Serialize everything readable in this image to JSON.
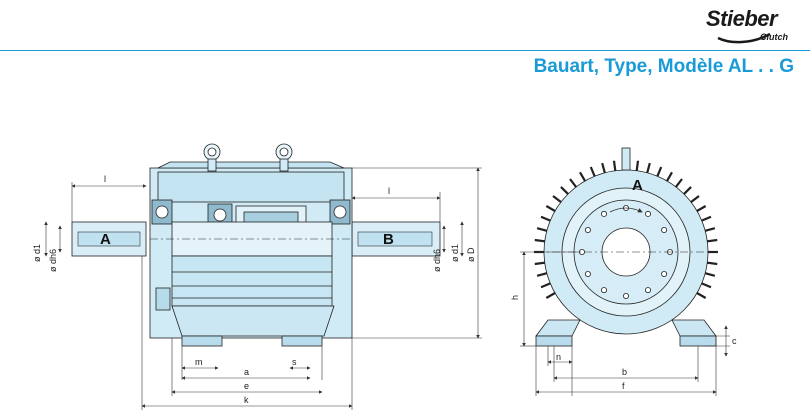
{
  "brand": {
    "name": "Stieber",
    "sub": "Clutch"
  },
  "title": "Bauart, Type, Modèle AL . . G",
  "drawing": {
    "side_view": {
      "label_a": "A",
      "label_b": "B",
      "dim_l_left": "l",
      "dim_l_right": "l",
      "dim_d1_left": "ø d1",
      "dim_dh6_left": "ø dh6",
      "dim_dh6_right": "ø dh6",
      "dim_d1_right": "ø d1",
      "dim_D": "ø D",
      "dim_m": "m",
      "dim_s": "s",
      "dim_a": "a",
      "dim_e": "e",
      "dim_k": "k"
    },
    "end_view": {
      "label_a": "A",
      "dim_h": "h",
      "dim_n": "n",
      "dim_c": "c",
      "dim_b": "b",
      "dim_f": "f"
    }
  }
}
